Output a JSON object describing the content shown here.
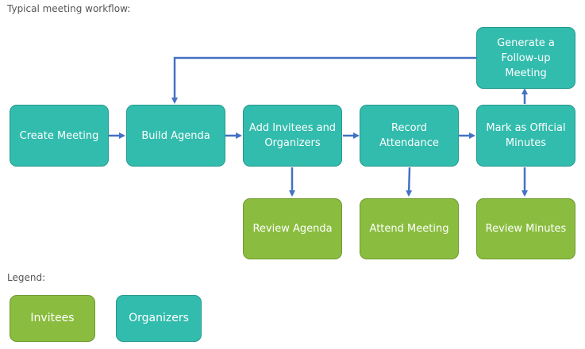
{
  "workflow_caption": "Typical meeting workflow:",
  "legend_caption": "Legend:",
  "nodes": {
    "create_meeting": "Create Meeting",
    "build_agenda": "Build Agenda",
    "add_invitees": "Add Invitees and Organizers",
    "record_attendance": "Record Attendance",
    "mark_official": "Mark as Official Minutes",
    "generate_followup": "Generate a Follow-up Meeting",
    "review_agenda": "Review Agenda",
    "attend_meeting": "Attend Meeting",
    "review_minutes": "Review Minutes"
  },
  "legend": {
    "invitees": "Invitees",
    "organizers": "Organizers"
  },
  "colors": {
    "organizer": "#32bcad",
    "invitee": "#8abd3f",
    "arrow": "#4472c4"
  }
}
